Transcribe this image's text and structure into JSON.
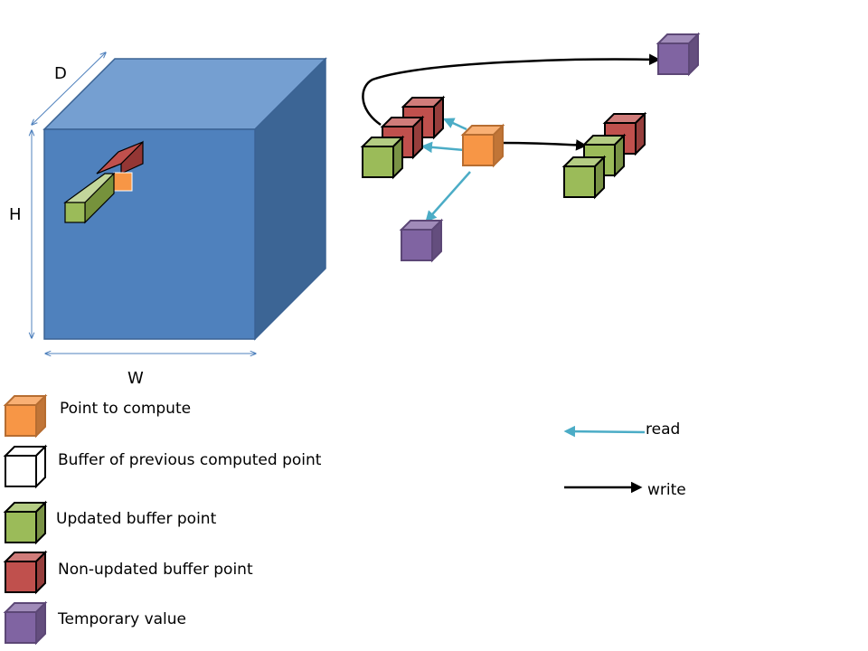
{
  "axes": {
    "depth": "D",
    "height": "H",
    "width": "W"
  },
  "legend": [
    {
      "key": "point",
      "label": "Point to compute",
      "fill": "#f79646",
      "stroke": "#b66d31"
    },
    {
      "key": "buffer_prev",
      "label": "Buffer of previous computed point",
      "fill": "#ffffff",
      "stroke": "#000000"
    },
    {
      "key": "updated",
      "label": "Updated buffer point",
      "fill": "#9bbb59",
      "stroke": "#000000"
    },
    {
      "key": "non_updated",
      "label": "Non-updated buffer point",
      "fill": "#c0504d",
      "stroke": "#000000"
    },
    {
      "key": "temporary",
      "label": "Temporary value",
      "fill": "#8064a2",
      "stroke": "#5c4776"
    }
  ],
  "arrow_key": {
    "read": "read",
    "write": "write"
  },
  "colors": {
    "volume_front": "#4f81bd",
    "volume_top": "#759fd1",
    "volume_side": "#3c6595",
    "read_arrow": "#4bacc6",
    "write_arrow": "#000000",
    "dimension_line": "#4f81bd"
  }
}
